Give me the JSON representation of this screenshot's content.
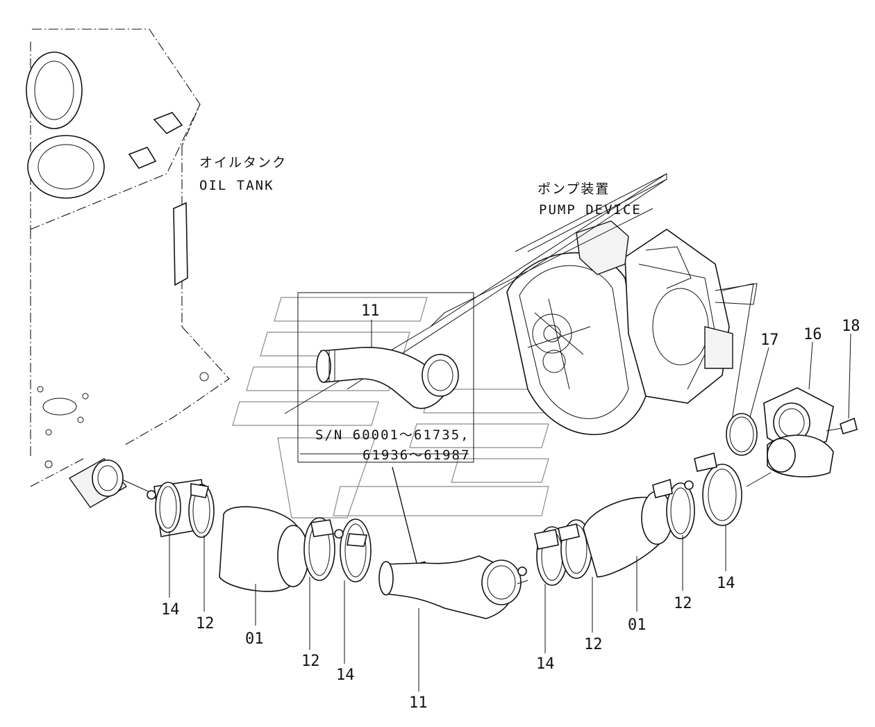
{
  "labels": {
    "oil_tank_jp": "オイルタンク",
    "oil_tank_en": "OIL TANK",
    "pump_device_jp": "ポンプ装置",
    "pump_device_en": "PUMP DEVICE",
    "serial_line1": "S/N  60001～61735,",
    "serial_line2": "61936～61987"
  },
  "callouts": {
    "inset_11": "11",
    "c14_a": "14",
    "c12_a": "12",
    "c01_a": "01",
    "c12_b": "12",
    "c14_b": "14",
    "c11": "11",
    "c14_c": "14",
    "c12_c": "12",
    "c01_b": "01",
    "c12_d": "12",
    "c14_d": "14",
    "c17": "17",
    "c16": "16",
    "c18": "18"
  }
}
